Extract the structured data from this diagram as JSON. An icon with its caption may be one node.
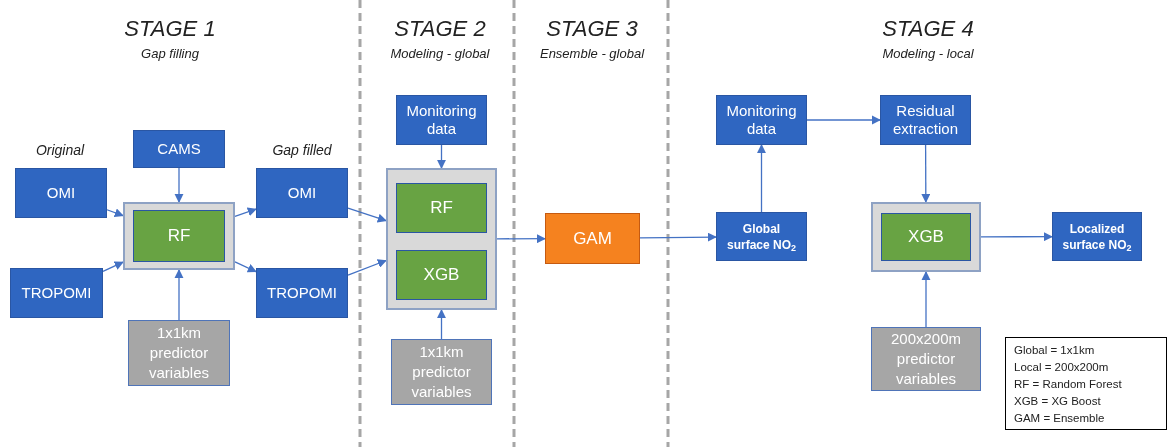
{
  "diagram": {
    "nodes": [
      {
        "text": [
          "OMI"
        ]
      },
      {
        "text": [
          "TROPOMI"
        ]
      },
      {
        "text": [
          "CAMS"
        ]
      },
      {
        "text": [],
        "shape": "box"
      },
      {
        "text": [
          "RF"
        ],
        "in": 3
      },
      {
        "text": [
          "OMI"
        ]
      },
      {
        "text": [
          "TROPOMI"
        ]
      },
      {
        "text": [
          "1x1km predictor variables"
        ]
      },
      {
        "text": [
          "Monitoring data"
        ]
      },
      {
        "text": [],
        "shape": "box"
      },
      {
        "text": [
          "RF"
        ],
        "in": 9
      },
      {
        "text": [
          "XGB"
        ],
        "in": 9
      },
      {
        "text": [
          "1x1km predictor variables"
        ]
      },
      {
        "text": [
          "GAM"
        ]
      },
      {
        "text": [
          "Monitoring data"
        ]
      },
      {
        "text": [
          "Residual extraction"
        ]
      },
      {
        "text": [
          "Global surface NO$_{2}$"
        ]
      },
      {
        "text": [],
        "shape": "box"
      },
      {
        "text": [
          "XGB"
        ],
        "in": 17
      },
      {
        "text": [
          "Localized surface NO$_{2}$"
        ]
      },
      {
        "text": [
          "200x200m predictor variables"
        ]
      }
    ],
    "edges": [
      {
        "from": 0,
        "to": 3,
        "arrow": "to"
      },
      {
        "from": 1,
        "to": 3,
        "arrow": "to"
      },
      {
        "from": 2,
        "to": 3,
        "arrow": "to"
      },
      {
        "from": 7,
        "to": 3,
        "arrow": "to"
      },
      {
        "from": 3,
        "to": 5,
        "arrow": "to"
      },
      {
        "from": 3,
        "to": 6,
        "arrow": "to"
      },
      {
        "from": 5,
        "to": 9,
        "arrow": "to"
      },
      {
        "from": 6,
        "to": 9,
        "arrow": "to"
      },
      {
        "from": 8,
        "to": 9,
        "arrow": "to"
      },
      {
        "from": 12,
        "to": 9,
        "arrow": "to"
      },
      {
        "from": 9,
        "to": 13,
        "arrow": "to"
      },
      {
        "from": 13,
        "to": 16,
        "arrow": "to"
      },
      {
        "from": 16,
        "to": 14,
        "arrow": "to"
      },
      {
        "from": 14,
        "to": 15,
        "arrow": "to"
      },
      {
        "from": 15,
        "to": 17,
        "arrow": "to"
      },
      {
        "from": 20,
        "to": 17,
        "arrow": "to"
      },
      {
        "from": 17,
        "to": 19,
        "arrow": "to"
      }
    ],
    "labels": [
      "STAGE 1",
      "Gap filling",
      "STAGE 2",
      "Modeling - global",
      "STAGE 3",
      "Ensemble - global",
      "STAGE 4",
      "Modeling - local",
      "Original",
      "Gap filled",
      "Global = 1x1km",
      "Local = 200x200m",
      "RF = Random Forest",
      "XGB = XG Boost",
      "GAM = Ensemble"
    ]
  }
}
